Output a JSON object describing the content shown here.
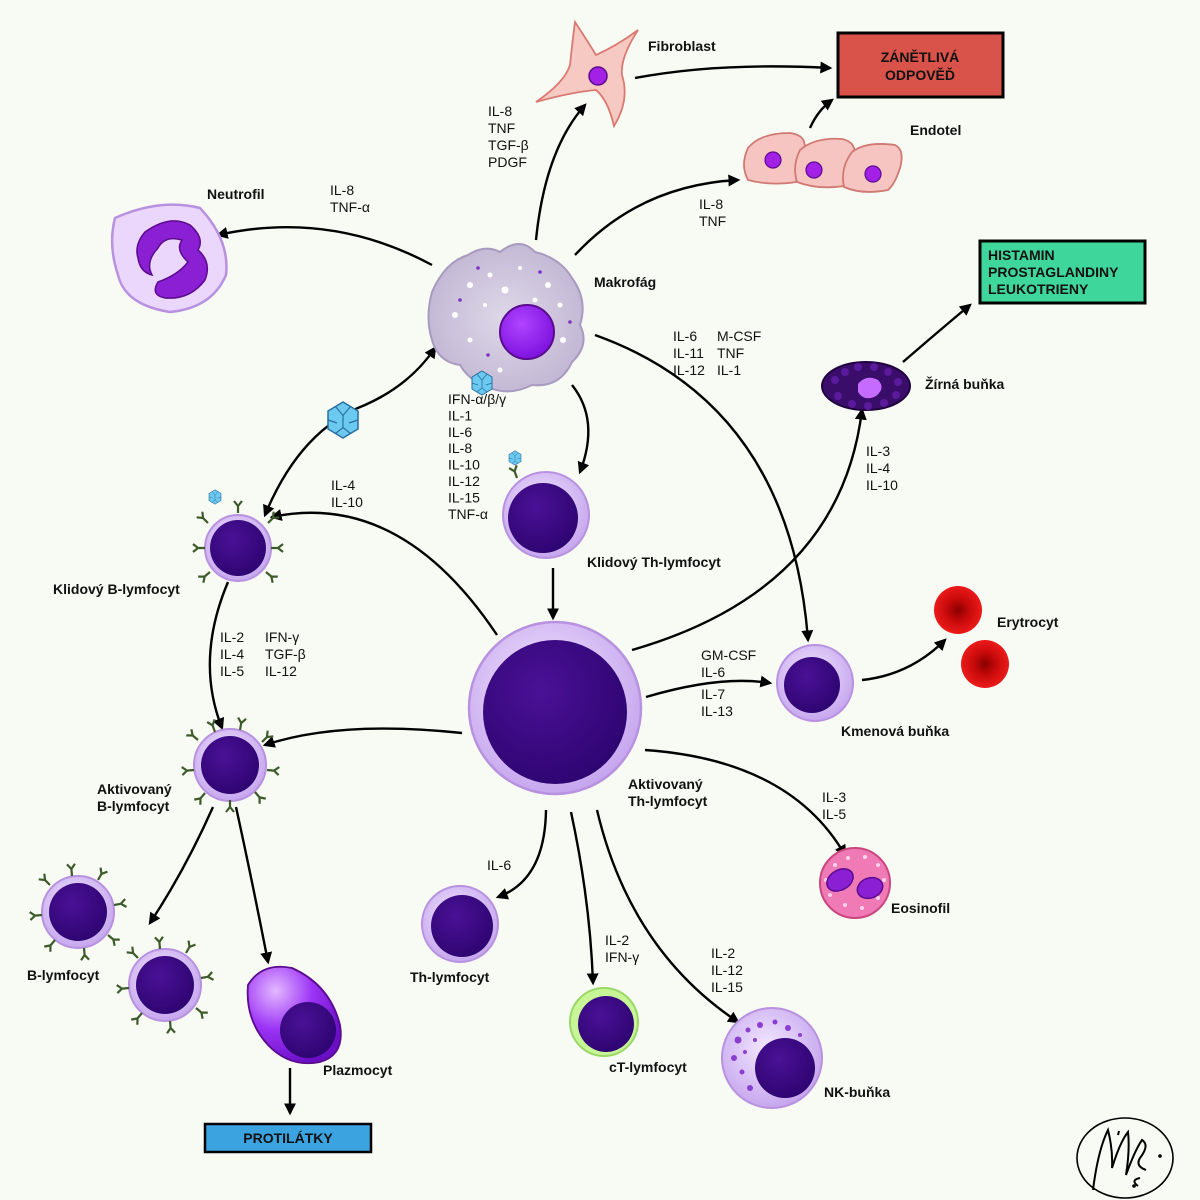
{
  "labels": {
    "fibroblast": "Fibroblast",
    "endotel": "Endotel",
    "neutrofil": "Neutrofil",
    "makrofag": "Makrofág",
    "zirna_bunka": "Žírná buňka",
    "klidovy_b": "Klidový B-lymfocyt",
    "klidovy_th": "Klidový Th-lymfocyt",
    "erytrocyt": "Erytrocyt",
    "kmenova_bunka": "Kmenová buňka",
    "aktivovany_b_1": "Aktivovaný",
    "aktivovany_b_2": "B-lymfocyt",
    "aktivovany_th_1": "Aktivovaný",
    "aktivovany_th_2": "Th-lymfocyt",
    "eosinofil": "Eosinofil",
    "b_lymfocyt": "B-lymfocyt",
    "th_lymfocyt": "Th-lymfocyt",
    "plazmocyt": "Plazmocyt",
    "ct_lymfocyt": "cT-lymfocyt",
    "nk_bunka": "NK-buňka"
  },
  "boxes": {
    "zanetliva_1": "ZÁNĚTLIVÁ",
    "zanetliva_2": "ODPOVĚĎ",
    "histamin_1": "HISTAMIN",
    "histamin_2": "PROSTAGLANDINY",
    "histamin_3": "LEUKOTRIENY",
    "protilatky": "PROTILÁTKY"
  },
  "colors": {
    "zanetliva": "#d9534a",
    "histamin": "#3fd69c",
    "protilatky": "#3aa3e0"
  },
  "cytokines": {
    "to_fibroblast": [
      "IL-8",
      "TNF",
      "TGF-β",
      "PDGF"
    ],
    "to_endotel": [
      "IL-8",
      "TNF"
    ],
    "to_neutrofil": [
      "IL-8",
      "TNF-α"
    ],
    "macro_to_stem_col1": [
      "IL-6",
      "IL-11",
      "IL-12"
    ],
    "macro_to_stem_col2": [
      "M-CSF",
      "TNF",
      "IL-1"
    ],
    "macro_to_th": [
      "IFN-α/β/γ",
      "IL-1",
      "IL-6",
      "IL-8",
      "IL-10",
      "IL-12",
      "IL-15",
      "TNF-α"
    ],
    "to_mast": [
      "IL-3",
      "IL-4",
      "IL-10"
    ],
    "to_klidovy_b": [
      "IL-4",
      "IL-10"
    ],
    "b_activation_col1": [
      "IL-2",
      "IL-4",
      "IL-5"
    ],
    "b_activation_col2": [
      "IFN-γ",
      "TGF-β",
      "IL-12"
    ],
    "to_stem_top": [
      "GM-CSF",
      "IL-6"
    ],
    "to_stem_bottom": [
      "IL-7",
      "IL-13"
    ],
    "to_eosinofil": [
      "IL-3",
      "IL-5"
    ],
    "to_th": [
      "IL-6"
    ],
    "to_ct": [
      "IL-2",
      "IFN-γ"
    ],
    "to_nk": [
      "IL-2",
      "IL-12",
      "IL-15"
    ]
  }
}
